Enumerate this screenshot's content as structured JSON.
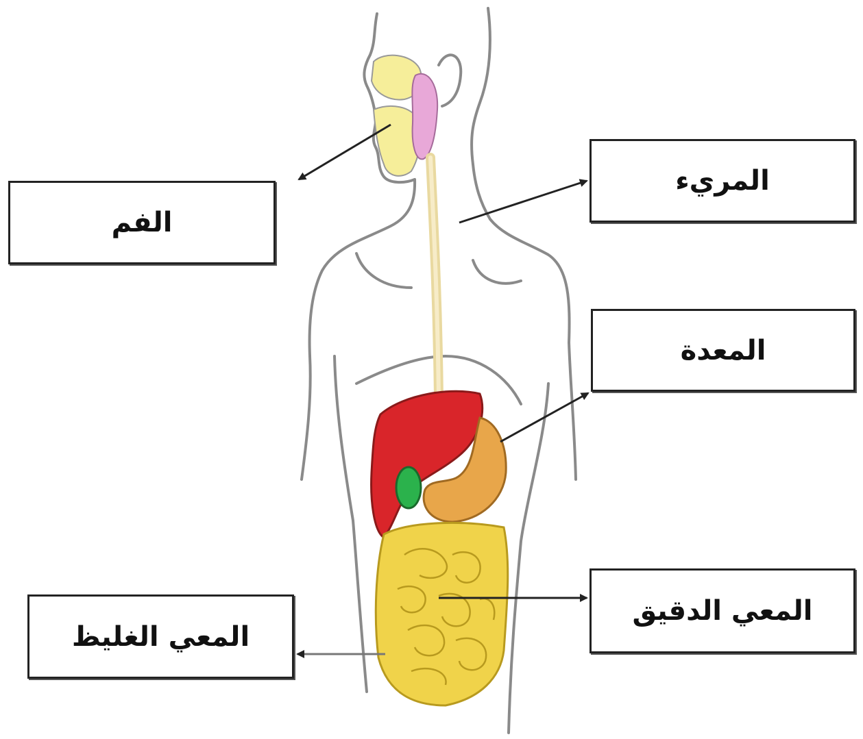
{
  "labels": {
    "mouth": "الفم",
    "esophagus": "المريء",
    "stomach": "المعدة",
    "small_intestine": "المعي الدقيق",
    "large_intestine": "المعي الغليظ"
  },
  "colors": {
    "outline": "#8a8a8a",
    "esophagus": "#f2e3b0",
    "liver": "#d9252a",
    "stomach": "#e8a64a",
    "gallbladder": "#2bb24c",
    "intestine": "#f0d34a",
    "skull": "#f6ee9a",
    "brain_tissue": "#e8a8d8",
    "arrow": "#222222"
  }
}
